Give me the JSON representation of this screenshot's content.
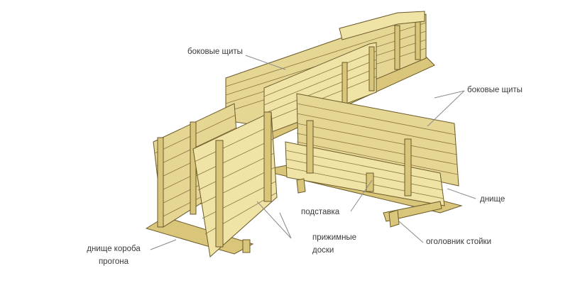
{
  "labels": {
    "side_panels_top": "боковые щиты",
    "side_panels_right": "боковые щиты",
    "bottom": "днище",
    "support": "подставка",
    "clamp_boards_line1": "прижимные",
    "clamp_boards_line2": "доски",
    "post_head": "оголовник стойки",
    "girder_box_bottom_line1": "днище короба",
    "girder_box_bottom_line2": "прогона"
  },
  "colors": {
    "wood_light": "#efe3a6",
    "wood_mid": "#e6d694",
    "wood_dark": "#d9c67a",
    "outline": "#6b5a2a",
    "label_text": "#3a3a3a"
  }
}
